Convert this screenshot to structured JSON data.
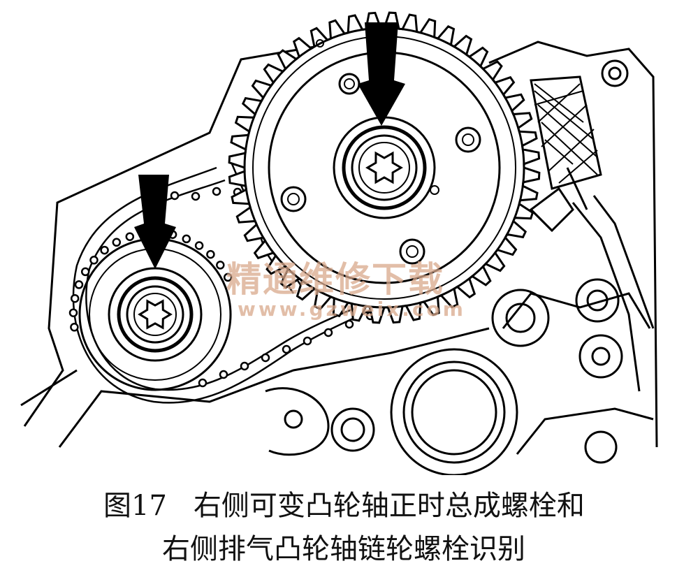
{
  "caption": {
    "figure_number": "图17",
    "line1": "右侧可变凸轮轴正时总成螺栓和",
    "line2": "右侧排气凸轮轴链轮螺栓识别"
  },
  "watermark": {
    "text": "精通维修下载",
    "url": "www.gzweix.com"
  },
  "colors": {
    "line": "#000000",
    "background": "#ffffff",
    "watermark": "#d9a98c"
  },
  "icons": [
    "arrow-down-icon",
    "torx-bolt-icon",
    "sprocket",
    "timing-chain"
  ]
}
